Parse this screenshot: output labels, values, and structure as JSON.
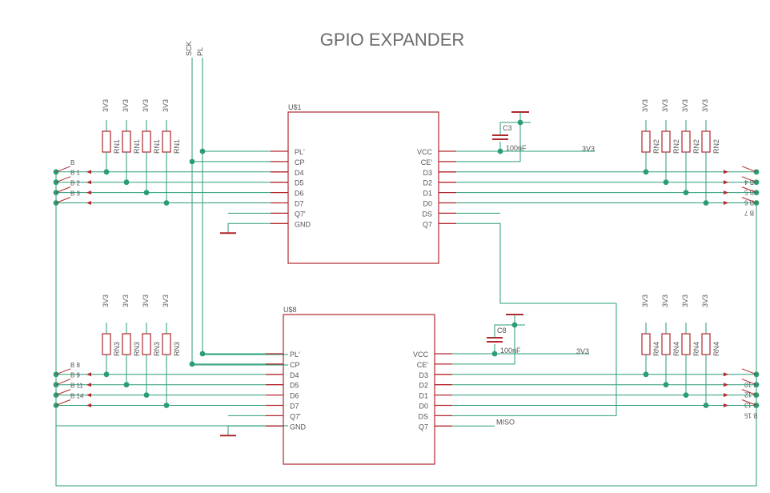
{
  "title": "GPIO EXPANDER",
  "top_inputs": [
    "SCK",
    "PL"
  ],
  "colors": {
    "wire": "#2a9d74",
    "part": "#b0272d",
    "text": "#555555",
    "title": "#6b6b6b"
  },
  "chips": [
    {
      "name": "U$1",
      "left_pins": [
        "PL'",
        "CP",
        "D4",
        "D5",
        "D6",
        "D7",
        "Q7'",
        "GND"
      ],
      "right_pins": [
        "VCC",
        "CE'",
        "D3",
        "D2",
        "D1",
        "D0",
        "DS",
        "Q7"
      ],
      "cap": {
        "name": "C3",
        "value": "100nF"
      },
      "vcc_net": "3V3",
      "output_label": "",
      "left_resistor": "RN1",
      "right_resistor": "RN2",
      "left_buttons": [
        "B",
        "B 1",
        "B 2",
        "B 3"
      ],
      "right_buttons": [
        "B 4",
        "B 5",
        "B 6",
        "B 7"
      ]
    },
    {
      "name": "U$8",
      "left_pins": [
        "PL'",
        "CP",
        "D4",
        "D5",
        "D6",
        "D7",
        "Q7'",
        "GND"
      ],
      "right_pins": [
        "VCC",
        "CE'",
        "D3",
        "D2",
        "D1",
        "D0",
        "DS",
        "Q7"
      ],
      "cap": {
        "name": "C8",
        "value": "100nF"
      },
      "vcc_net": "3V3",
      "output_label": "MISO",
      "left_resistor": "RN3",
      "right_resistor": "RN4",
      "left_buttons": [
        "B 8",
        "B 9",
        "B 11",
        "B 14"
      ],
      "right_buttons": [
        "B 10",
        "B 12",
        "B 13",
        "B 15"
      ]
    }
  ],
  "pullup_label": "3V3"
}
